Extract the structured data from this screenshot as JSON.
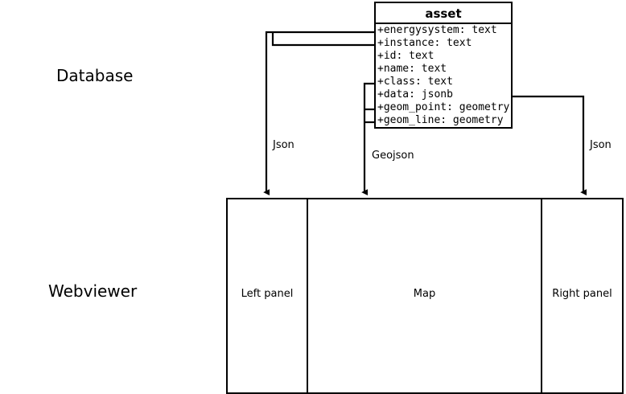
{
  "diagram": {
    "layers": [
      {
        "id": "database",
        "label": "Database"
      },
      {
        "id": "webviewer",
        "label": "Webviewer"
      }
    ]
  },
  "asset_table": {
    "title": "asset",
    "attributes": [
      {
        "text": "+energysystem: text"
      },
      {
        "text": "+instance: text"
      },
      {
        "text": "+id: text"
      },
      {
        "text": "+name: text"
      },
      {
        "text": "+class: text"
      },
      {
        "text": "+data: jsonb"
      },
      {
        "text": "+geom_point: geometry"
      },
      {
        "text": "+geom_line: geometry"
      }
    ]
  },
  "connectors": [
    {
      "id": "left",
      "label": "Json",
      "target": "Left panel"
    },
    {
      "id": "middle",
      "label": "Geojson",
      "target": "Map"
    },
    {
      "id": "right",
      "label": "Json",
      "target": "Right panel"
    }
  ],
  "webviewer": {
    "panels": [
      {
        "id": "left",
        "label": "Left panel"
      },
      {
        "id": "map",
        "label": "Map"
      },
      {
        "id": "right",
        "label": "Right panel"
      }
    ]
  },
  "style": {
    "stroke": "#000000",
    "background": "#ffffff"
  }
}
